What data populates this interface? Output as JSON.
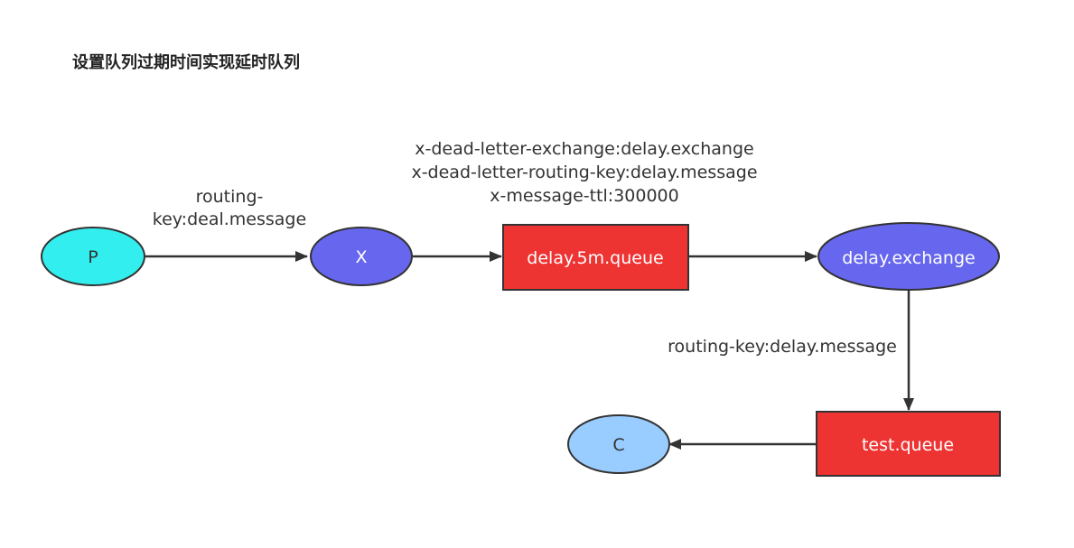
{
  "title": "设置队列过期时间实现延时队列",
  "nodes": {
    "p": {
      "label": "P",
      "fill": "#33eeee",
      "text_color": "#333333"
    },
    "x": {
      "label": "X",
      "fill": "#6666ee",
      "text_color": "#ffffff"
    },
    "delay_queue": {
      "label": "delay.5m.queue",
      "fill": "#ee3333",
      "text_color": "#ffffff"
    },
    "delay_exchange": {
      "label": "delay.exchange",
      "fill": "#6666ee",
      "text_color": "#ffffff"
    },
    "test_queue": {
      "label": "test.queue",
      "fill": "#ee3333",
      "text_color": "#ffffff"
    },
    "c": {
      "label": "C",
      "fill": "#99ccff",
      "text_color": "#333333"
    }
  },
  "edge_labels": {
    "p_to_x": [
      "routing-",
      "key:deal.message"
    ],
    "queue_args": [
      "x-dead-letter-exchange:delay.exchange",
      "x-dead-letter-routing-key:delay.message",
      "x-message-ttl:300000"
    ],
    "exchange_to_test": "routing-key:delay.message"
  },
  "colors": {
    "edge": "#333333",
    "stroke": "#333333"
  }
}
